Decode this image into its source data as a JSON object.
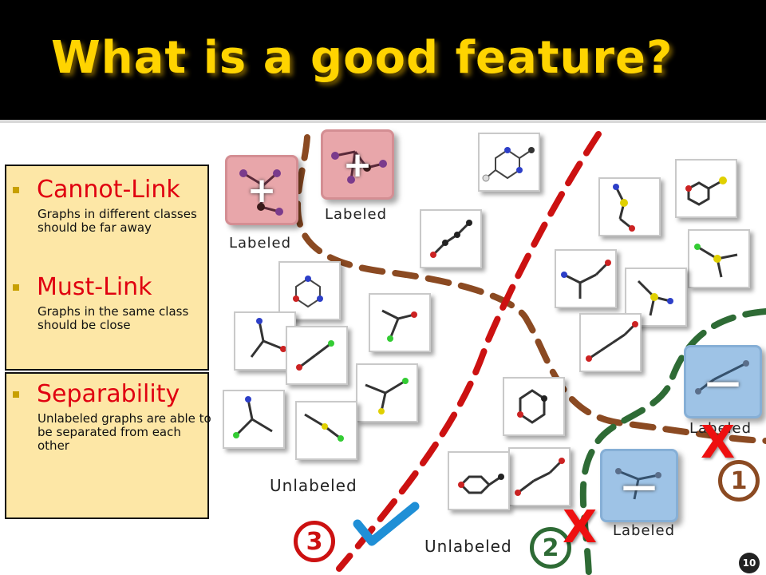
{
  "slide": {
    "title": "What is a good feature?",
    "page_number": "10"
  },
  "panel": {
    "items": [
      {
        "heading": "Cannot-Link",
        "description": "Graphs in different classes should be far away"
      },
      {
        "heading": "Must-Link",
        "description": "Graphs in the same class should be close"
      },
      {
        "heading": "Separability",
        "description": "Unlabeled graphs are able to be separated from each other"
      }
    ]
  },
  "figure": {
    "labels": {
      "labeled_pos_1": "Labeled",
      "labeled_pos_2": "Labeled",
      "labeled_neg_1": "Labeled",
      "labeled_neg_2": "Labeled",
      "unlabeled_1": "Unlabeled",
      "unlabeled_2": "Unlabeled"
    },
    "signs": {
      "plus": "+",
      "minus": "—"
    },
    "markers": {
      "one": "1",
      "two": "2",
      "three": "3",
      "x_symbol": "X"
    },
    "colors": {
      "brown": "#8b4a22",
      "red": "#cc1111",
      "green": "#2e6b35",
      "blue_check": "#1f8fd6",
      "title": "#ffd400"
    },
    "icons": [
      "molecule-icon",
      "x-icon",
      "checkmark-icon"
    ]
  }
}
